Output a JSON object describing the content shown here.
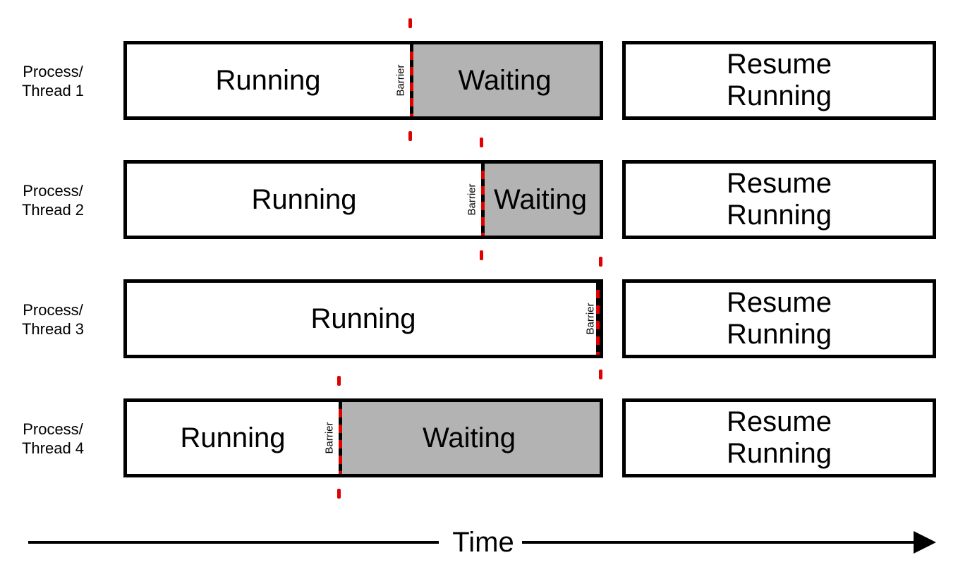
{
  "rows": [
    {
      "label_line1": "Process/",
      "label_line2": "Thread 1",
      "running": "Running",
      "barrier": "Barrier",
      "waiting": "Waiting",
      "resume_line1": "Resume",
      "resume_line2": "Running"
    },
    {
      "label_line1": "Process/",
      "label_line2": "Thread 2",
      "running": "Running",
      "barrier": "Barrier",
      "waiting": "Waiting",
      "resume_line1": "Resume",
      "resume_line2": "Running"
    },
    {
      "label_line1": "Process/",
      "label_line2": "Thread 3",
      "running": "Running",
      "barrier": "Barrier",
      "waiting": "",
      "resume_line1": "Resume",
      "resume_line2": "Running"
    },
    {
      "label_line1": "Process/",
      "label_line2": "Thread 4",
      "running": "Running",
      "barrier": "Barrier",
      "waiting": "Waiting",
      "resume_line1": "Resume",
      "resume_line2": "Running"
    }
  ],
  "axis": {
    "label": "Time"
  },
  "colors": {
    "waiting_fill": "#b3b3b3",
    "barrier_red": "#e00000",
    "outline": "#000000"
  }
}
